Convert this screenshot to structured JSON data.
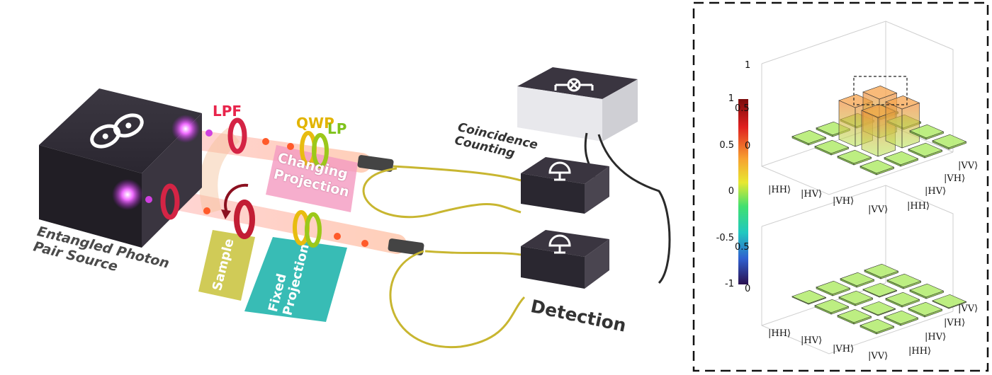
{
  "labels": {
    "lpf": "LPF",
    "qwp": "QWP",
    "lp": "LP",
    "coincidence_line1": "Coincidence",
    "coincidence_line2": "Counting",
    "changing_line1": "Changing",
    "changing_line2": "Projection",
    "source_line1": "Entangled Photon",
    "source_line2": "Pair Source",
    "sample": "Sample",
    "fixed_line1": "Fixed",
    "fixed_line2": "Projection",
    "detection": "Detection"
  },
  "colors": {
    "lpf": "#e8244b",
    "qwp": "#f0c000",
    "lp": "#7fc21b",
    "source_box": "#2b2730",
    "changing_panel": "#f49ac1",
    "sample_panel": "#c8c23a",
    "fixed_panel": "#22b5ad",
    "bar_green": "#a8e86a",
    "bar_orange": "#f5a04a"
  },
  "icons": {
    "source": "infinity-link-icon",
    "coincidence": "xor-gate-icon",
    "detector": "photodiode-icon"
  },
  "colorbar": {
    "ticks": [
      "1",
      "0.5",
      "0",
      "-0.5",
      "-1"
    ],
    "range": [
      -1,
      1
    ]
  },
  "chart_data": [
    {
      "type": "bar3d",
      "name_hint": "real part",
      "zlim": [
        0,
        1
      ],
      "z_ticks": [
        "1",
        "0.5",
        "0"
      ],
      "row_labels": [
        "|HH⟩",
        "|HV⟩",
        "|VH⟩",
        "|VV⟩"
      ],
      "col_labels": [
        "|VV⟩",
        "|VH⟩",
        "|HV⟩",
        "|HH⟩"
      ],
      "values": [
        [
          0.02,
          0.02,
          0.02,
          0.02
        ],
        [
          0.02,
          0.5,
          0.5,
          0.02
        ],
        [
          0.02,
          0.5,
          0.5,
          0.02
        ],
        [
          0.02,
          0.02,
          0.02,
          0.02
        ]
      ]
    },
    {
      "type": "bar3d",
      "name_hint": "imaginary part",
      "z_ticks": [
        "0.5",
        "0"
      ],
      "row_labels": [
        "|HH⟩",
        "|HV⟩",
        "|VH⟩",
        "|VV⟩"
      ],
      "col_labels": [
        "|VV⟩",
        "|VH⟩",
        "|HV⟩",
        "|HH⟩"
      ],
      "values": [
        [
          0.02,
          0.02,
          0.02,
          0.01
        ],
        [
          0.02,
          0.01,
          0.02,
          0.02
        ],
        [
          0.02,
          0.02,
          0.01,
          0.02
        ],
        [
          0.01,
          0.02,
          0.02,
          0.02
        ]
      ]
    }
  ]
}
